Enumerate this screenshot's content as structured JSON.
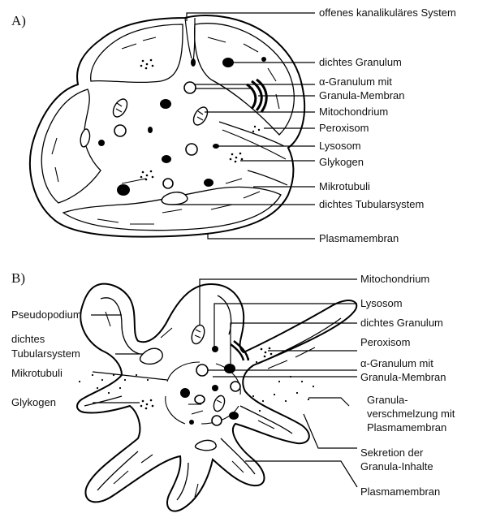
{
  "panel_a": {
    "tag": "A)",
    "labels": [
      "offenes kanalikuläres System",
      "dichtes Granulum",
      "α-Granulum mit",
      "Granula-Membran",
      "Mitochondrium",
      "Peroxisom",
      "Lysosom",
      "Glykogen",
      "Mikrotubuli",
      "dichtes Tubularsystem",
      "Plasmamembran"
    ]
  },
  "panel_b": {
    "tag": "B)",
    "labels_right": [
      "Mitochondrium",
      "Lysosom",
      "dichtes Granulum",
      "Peroxisom",
      "α-Granulum mit",
      "Granula-Membran",
      "Granula-",
      "verschmelzung mit",
      "Plasmamembran",
      "Sekretion der",
      "Granula-Inhalte",
      "Plasmamembran"
    ],
    "labels_left": [
      "Pseudopodium",
      "dichtes",
      "Tubularsystem",
      "Mikrotubuli",
      "Glykogen"
    ]
  }
}
